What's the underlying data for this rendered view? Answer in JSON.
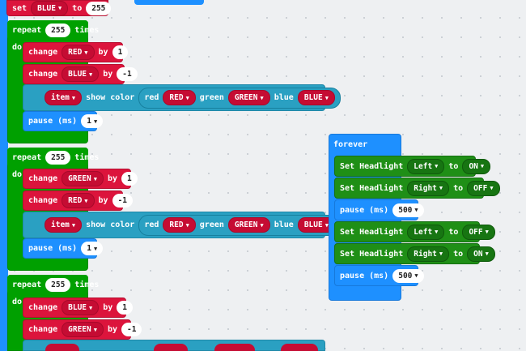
{
  "labels": {
    "set": "set",
    "to": "to",
    "repeat": "repeat",
    "times": "times",
    "do": "do",
    "change": "change",
    "by": "by",
    "show_color": "show color",
    "red": "red",
    "green": "green",
    "blue": "blue",
    "pause": "pause (ms)",
    "forever": "forever",
    "set_headlight": "Set Headlight"
  },
  "vars": {
    "red": "RED",
    "green": "GREEN",
    "blue": "BLUE",
    "item": "item"
  },
  "values": {
    "set_blue": "255",
    "repeat_count": "255",
    "step_pos": "1",
    "step_neg": "-1",
    "pause_short": "1",
    "pause_long": "500"
  },
  "headlight": {
    "left": "Left",
    "right": "Right",
    "on": "ON",
    "off": "OFF"
  },
  "colors": {
    "variables": "#dc143c",
    "loops": "#00a000",
    "neopixel": "#2aa0c2",
    "basic": "#1e90ff",
    "motor": "#1f8f16",
    "workspace": "#eef0f2"
  }
}
